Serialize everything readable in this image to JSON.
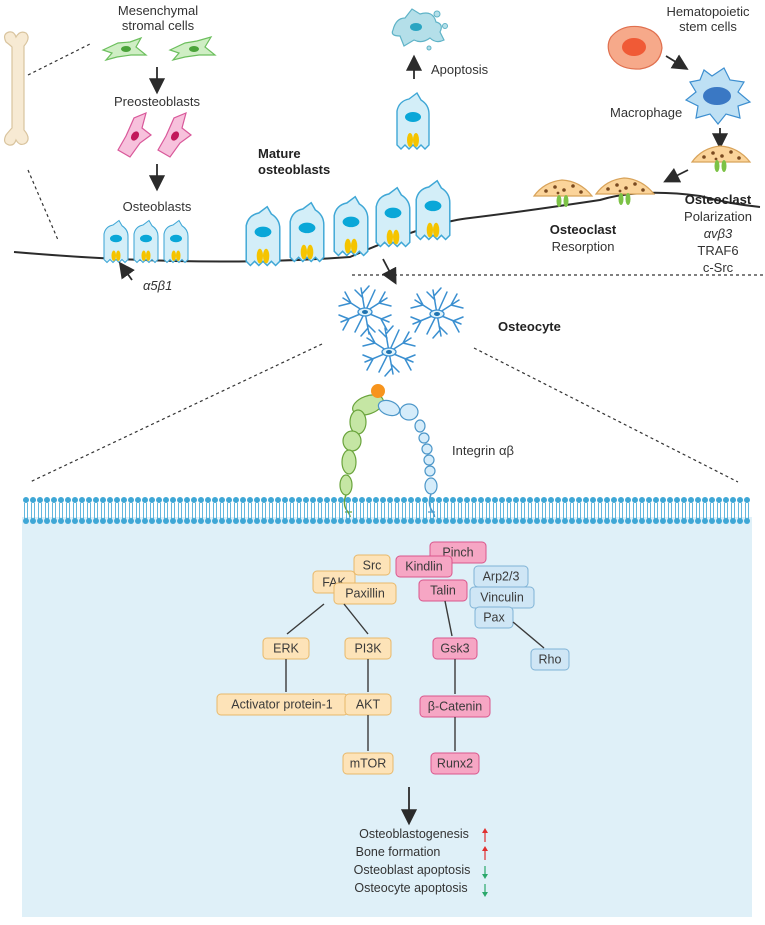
{
  "top": {
    "msc": [
      "Mesenchymal",
      "stromal cells"
    ],
    "preosteoblasts": "Preosteoblasts",
    "osteoblasts": "Osteoblasts",
    "mature_osteoblasts": [
      "Mature",
      "osteoblasts"
    ],
    "apoptosis": "Apoptosis",
    "hsc": [
      "Hematopoietic",
      "stem cells"
    ],
    "macrophage": "Macrophage",
    "osteoclast_right": "Osteoclast",
    "osteoclast_features": [
      "Polarization",
      "αvβ3",
      "TRAF6",
      "c-Src"
    ],
    "osteoclast_center": "Osteoclast",
    "resorption": "Resorption",
    "a5b1": "α5β1",
    "osteocyte": "Osteocyte",
    "integrin": "Integrin αβ"
  },
  "pathway": {
    "orange": {
      "src": "Src",
      "fak": "FAK",
      "paxillin": "Paxillin",
      "erk": "ERK",
      "pi3k": "PI3K",
      "ap1": "Activator protein-1",
      "akt": "AKT",
      "mtor": "mTOR"
    },
    "pink": {
      "pinch": "Pinch",
      "kindlin": "Kindlin",
      "talin": "Talin",
      "gsk3": "Gsk3",
      "catenin": "β-Catenin",
      "runx2": "Runx2"
    },
    "blue": {
      "arp": "Arp2/3",
      "vinculin": "Vinculin",
      "pax": "Pax",
      "rho": "Rho"
    }
  },
  "outcomes": [
    {
      "text": "Osteoblastogenesis",
      "direction": "up"
    },
    {
      "text": "Bone formation",
      "direction": "up"
    },
    {
      "text": "Osteoblast apoptosis",
      "direction": "down"
    },
    {
      "text": "Osteocyte apoptosis",
      "direction": "down"
    }
  ],
  "colors": {
    "orange_fill": "#fde3b8",
    "orange_stroke": "#e8b86a",
    "pink_fill": "#f6a6c4",
    "pink_stroke": "#d9568c",
    "blue_fill": "#cfe6f5",
    "blue_stroke": "#7fb3d6",
    "cytoplasm": "#dff0f8",
    "up_arrow": "#e03030",
    "down_arrow": "#2aa86b"
  }
}
